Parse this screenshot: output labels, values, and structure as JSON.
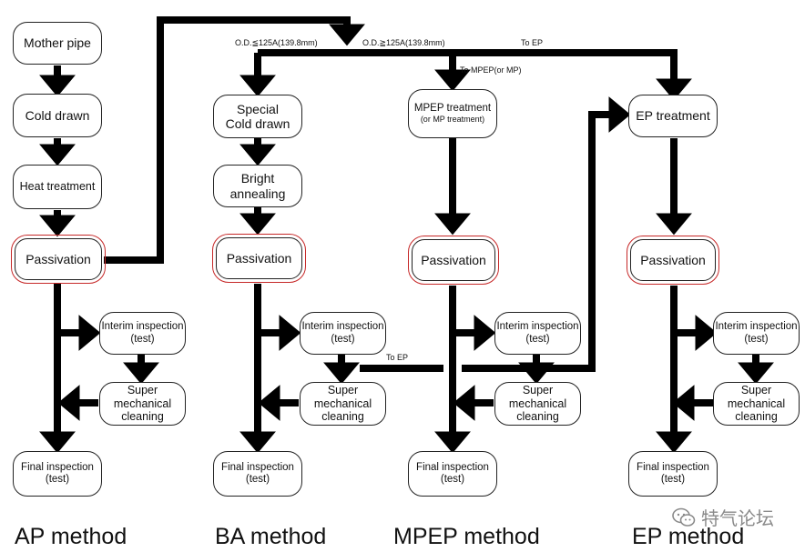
{
  "nodes": {
    "ap_mother_pipe": "Mother pipe",
    "ap_cold_drawn": "Cold drawn",
    "ap_heat_treatment": "Heat treatment",
    "ap_passivation": "Passivation",
    "ap_interim": "Interim inspection\n(test)",
    "ap_super": "Super\nmechanical\ncleaning",
    "ap_final": "Final inspection\n(test)",
    "ba_special_cold_drawn": "Special\nCold drawn",
    "ba_bright_annealing": "Bright\nannealing",
    "ba_passivation": "Passivation",
    "ba_interim": "Interim inspection\n(test)",
    "ba_super": "Super\nmechanical\ncleaning",
    "ba_final": "Final inspection\n(test)",
    "mpep_treatment_main": "MPEP treatment",
    "mpep_treatment_sub": "(or MP treatment)",
    "mpep_passivation": "Passivation",
    "mpep_interim": "Interim inspection\n(test)",
    "mpep_super": "Super\nmechanical\ncleaning",
    "mpep_final": "Final inspection\n(test)",
    "ep_treatment": "EP treatment",
    "ep_passivation": "Passivation",
    "ep_interim": "Interim inspection\n(test)",
    "ep_super": "Super\nmechanical\ncleaning",
    "ep_final": "Final inspection\n(test)"
  },
  "labels": {
    "od_small": "O.D.≦125A(139.8mm)",
    "od_large": "O.D.≧125A(139.8mm)",
    "to_ep_top": "To EP",
    "to_mpep": "To MPEP(or MP)",
    "to_ep_mid": "To EP"
  },
  "methods": {
    "ap": "AP method",
    "ba": "BA method",
    "mpep": "MPEP method",
    "ep": "EP method"
  },
  "watermark": {
    "text": "特气论坛",
    "icon": "wechat-icon"
  },
  "colors": {
    "arrow": "#000000",
    "highlight": "#c62828",
    "border": "#222222"
  }
}
